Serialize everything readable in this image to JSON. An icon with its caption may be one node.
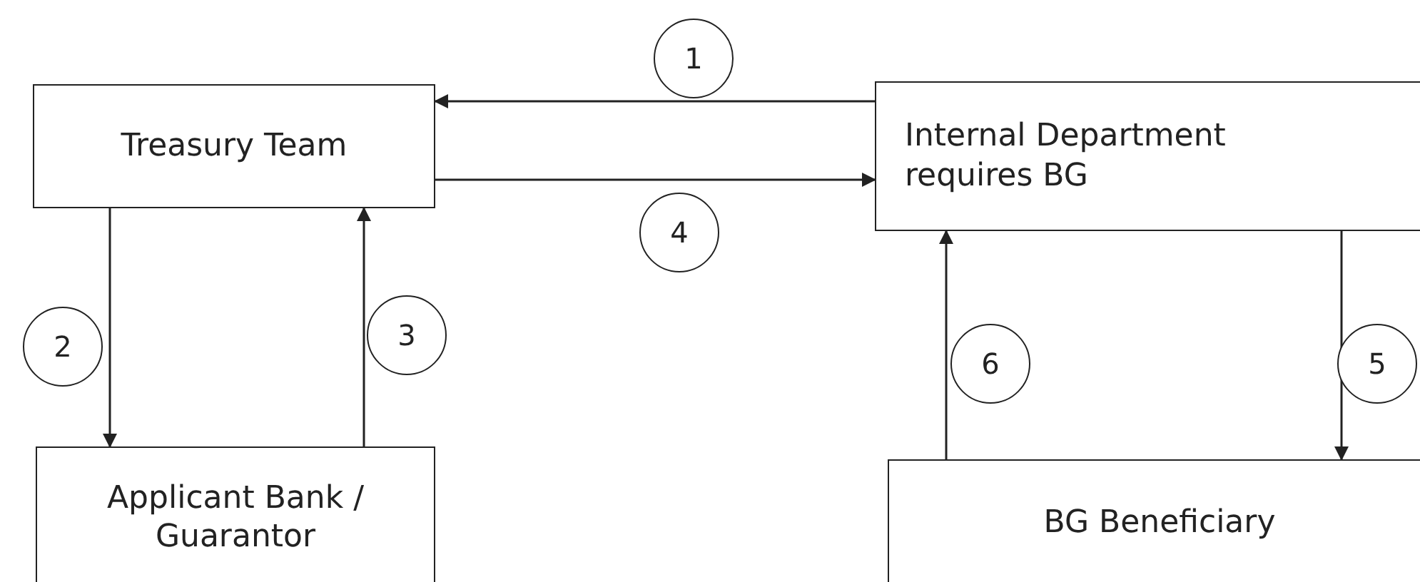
{
  "diagram": {
    "nodes": [
      {
        "text": [
          "Treasury Team"
        ]
      },
      {
        "text": [
          "Internal Department requires BG"
        ]
      },
      {
        "text": [
          "Applicant Bank / Guarantor"
        ]
      },
      {
        "text": [
          "BG Beneficiary"
        ]
      }
    ],
    "edges": [
      {
        "from": 1,
        "to": 0,
        "arrow": "to",
        "label": "1"
      },
      {
        "from": 0,
        "to": 1,
        "arrow": "to",
        "label": "4"
      },
      {
        "from": 0,
        "to": 2,
        "arrow": "to",
        "label": "2"
      },
      {
        "from": 2,
        "to": 0,
        "arrow": "to",
        "label": "3"
      },
      {
        "from": 1,
        "to": 3,
        "arrow": "to",
        "label": "5"
      },
      {
        "from": 3,
        "to": 1,
        "arrow": "to",
        "label": "6"
      }
    ]
  }
}
